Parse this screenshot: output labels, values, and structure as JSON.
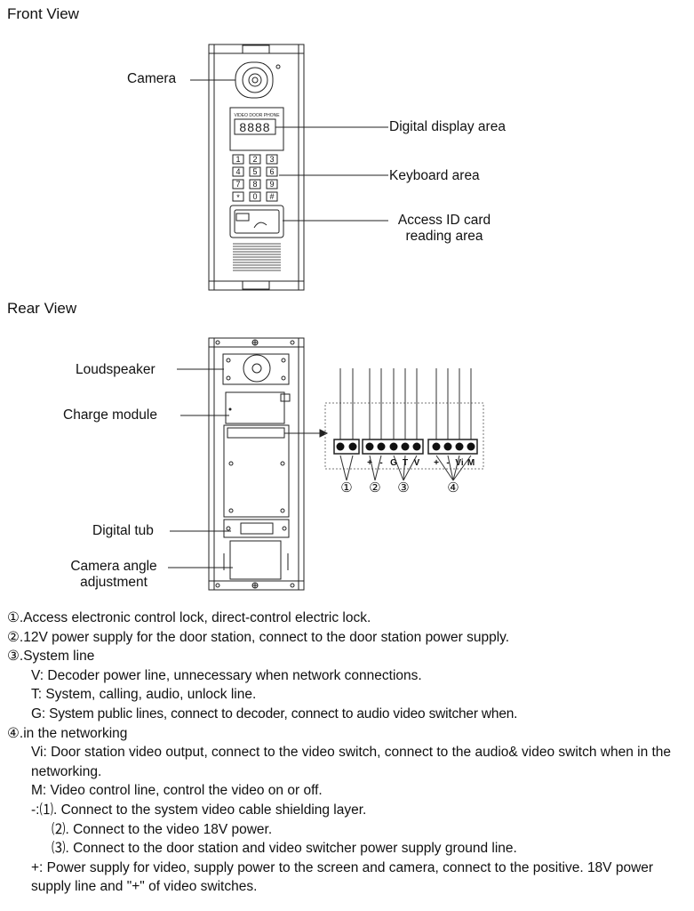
{
  "front_view": {
    "title": "Front View",
    "panel_caption": "VIDEO DOOR PHONE",
    "display_digits": "8888",
    "keys": [
      "1",
      "2",
      "3",
      "4",
      "5",
      "6",
      "7",
      "8",
      "9",
      "*",
      "0",
      "#"
    ],
    "labels": {
      "camera": "Camera",
      "display": "Digital display area",
      "keyboard": "Keyboard area",
      "card_line1": "Access ID card",
      "card_line2": "reading area"
    }
  },
  "rear_view": {
    "title": "Rear View",
    "labels": {
      "loudspeaker": "Loudspeaker",
      "charge": "Charge module",
      "digital_tub": "Digital tub",
      "camera_angle_line1": "Camera angle",
      "camera_angle_line2": "adjustment"
    },
    "terminal_marks": [
      "+",
      "-",
      "G",
      "T",
      "V",
      "+",
      "-",
      "Vi",
      "M"
    ],
    "group_numbers": [
      "①",
      "②",
      "③",
      "④"
    ]
  },
  "notes": [
    "①.Access electronic control lock,  direct-control electric lock.",
    "②.12V power supply for the door station, connect to the door station power supply.",
    "③.System line",
    "V:  Decoder power line,  unnecessary when network connections.",
    "T:  System,  calling,  audio,  unlock line.",
    "G:  System public lines, connect to decoder, connect to audio video switcher when.",
    "④.in the networking",
    "Vi: Door station video output, connect to the video switch, connect to the audio& video switch when in the networking.",
    "M: Video control line, control the video on or off.",
    "-:⑴. Connect to the system video cable shielding layer.",
    "⑵. Connect to the video 18V power.",
    "⑶. Connect to the door station and video switcher power supply ground line.",
    "+:  Power supply for video,  supply power to the screen and camera,  connect to the positive. 18V power supply line and  \"+\"  of video switches."
  ]
}
